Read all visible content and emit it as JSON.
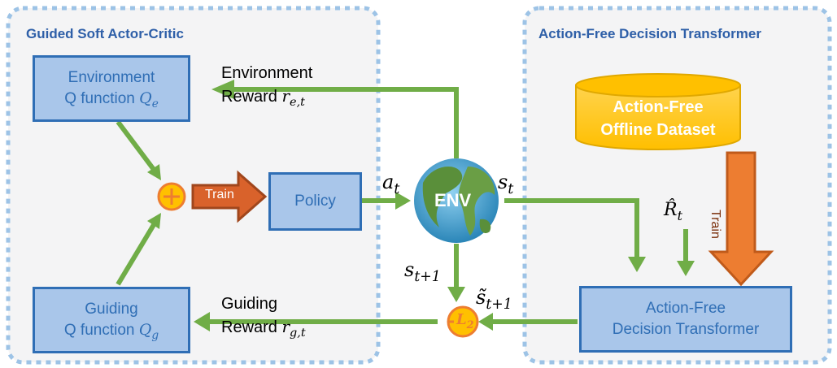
{
  "panels": {
    "left_title": "Guided Soft Actor-Critic",
    "right_title": "Action-Free Decision Transformer"
  },
  "boxes": {
    "env_q": {
      "line1": "Environment",
      "line2": "Q function",
      "symbol": "Q",
      "sub": "e"
    },
    "guiding_q": {
      "line1": "Guiding",
      "line2": "Q function",
      "symbol": "Q",
      "sub": "g"
    },
    "policy": "Policy",
    "dt": {
      "line1": "Action-Free",
      "line2": "Decision Transformer"
    },
    "dataset": {
      "line1": "Action-Free",
      "line2": "Offline Dataset"
    }
  },
  "env_label": "ENV",
  "train_label": "Train",
  "train_vertical_label": "Train",
  "arrow_labels": {
    "env_reward_line1": "Environment",
    "env_reward_line2": "Reward",
    "env_reward_sym": "r",
    "env_reward_sub": "e,t",
    "guide_reward_line1": "Guiding",
    "guide_reward_line2": "Reward",
    "guide_reward_sym": "r",
    "guide_reward_sub": "g,t",
    "a_t": "a",
    "a_t_sub": "t",
    "s_t": "s",
    "s_t_sub": "t",
    "s_t1": "s",
    "s_t1_sub": "t+1",
    "s_tilde": "s̃",
    "s_tilde_sub": "t+1",
    "r_hat": "R̂",
    "r_hat_sub": "t",
    "l2": "L",
    "l2_sub": "2"
  },
  "colors": {
    "green": "#70ad47",
    "blue_fill": "#a9c6ea",
    "blue_border": "#2f6eb5",
    "orange": "#ed7d31",
    "gold": "#ffc000",
    "panel_border": "#9dc3e6",
    "title": "#2e5fa8"
  },
  "icons": [
    "plus-icon",
    "l2-operator-icon",
    "globe-icon",
    "train-arrow-icon",
    "database-icon"
  ]
}
